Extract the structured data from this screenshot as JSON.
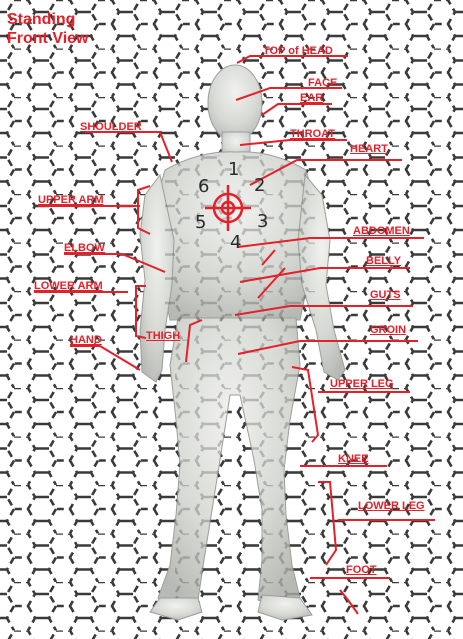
{
  "title": {
    "line1": "Standing",
    "line2": "Front View"
  },
  "labels": {
    "top_of_head": "TOP of HEAD",
    "face": "FACE",
    "ear": "EAR",
    "throat": "THROAT",
    "shoulder": "SHOULDER",
    "heart": "HEART",
    "upper_arm": "UPPER ARM",
    "abdomen": "ABDOMEN",
    "elbow": "ELBOW",
    "belly": "BELLY",
    "lower_arm": "LOWER ARM",
    "guts": "GUTS",
    "thigh": "THIGH",
    "groin": "GROIN",
    "hand": "HAND",
    "upper_leg": "UPPER LEG",
    "knee": "KNEE",
    "lower_leg": "LOWER LEG",
    "foot": "FOOT"
  },
  "target_numbers": {
    "n1": "1",
    "n2": "2",
    "n3": "3",
    "n4": "4",
    "n5": "5",
    "n6": "6"
  },
  "colors": {
    "label_red": "#e4202a",
    "figure": "#d9dbd7",
    "pattern": "#3a3a3a"
  }
}
